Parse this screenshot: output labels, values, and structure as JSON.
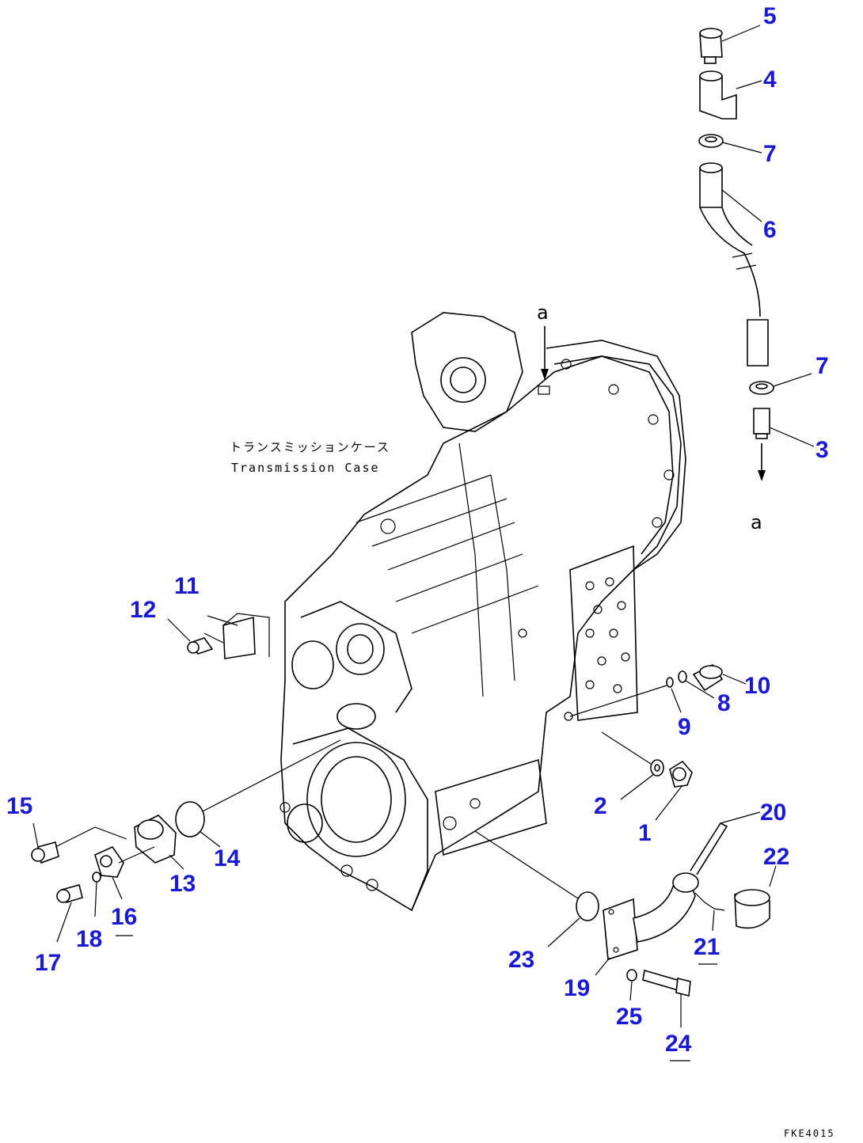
{
  "case_label_jp": "トランスミッションケース",
  "case_label_en": "Transmission Case",
  "view_markers": {
    "top": "a",
    "bottom": "a"
  },
  "figure_code": "FKE4015",
  "callouts": {
    "c1": "1",
    "c2": "2",
    "c3": "3",
    "c4": "4",
    "c5": "5",
    "c6": "6",
    "c7a": "7",
    "c7b": "7",
    "c8": "8",
    "c9": "9",
    "c10": "10",
    "c11": "11",
    "c12": "12",
    "c13": "13",
    "c14": "14",
    "c15": "15",
    "c16": "16",
    "c17": "17",
    "c18": "18",
    "c19": "19",
    "c20": "20",
    "c21": "21",
    "c22": "22",
    "c23": "23",
    "c24": "24",
    "c25": "25"
  },
  "colors": {
    "callout": "#1a1ad6",
    "linework": "#000000",
    "background": "#ffffff"
  }
}
